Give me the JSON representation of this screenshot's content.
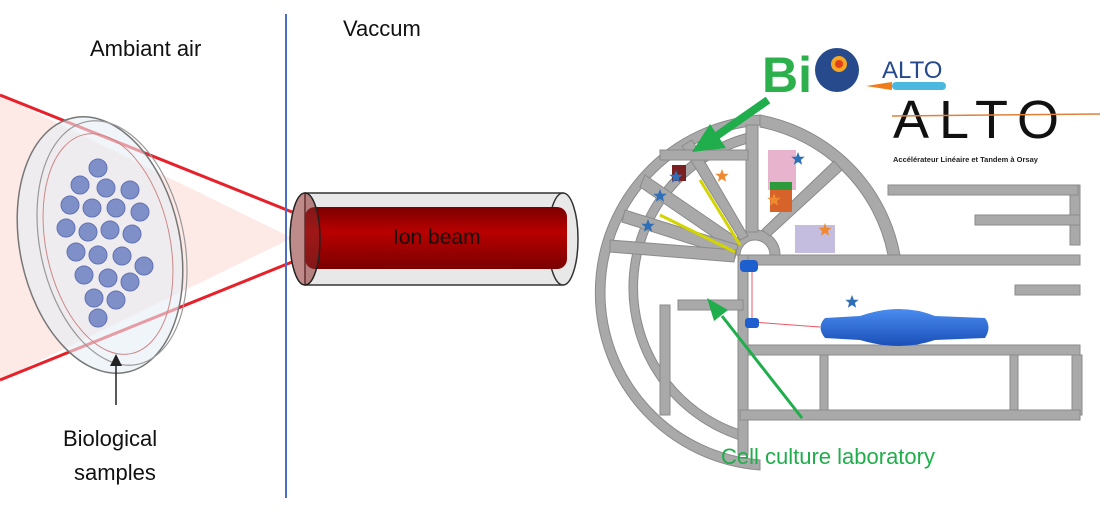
{
  "labels": {
    "ambient_air": "Ambiant air",
    "vacuum": "Vaccum",
    "ion_beam": "Ion beam",
    "biological_samples_line1": "Biological",
    "biological_samples_line2": "samples",
    "cell_culture_lab": "Cell culture laboratory"
  },
  "logos": {
    "bioalto_bi": "Bi",
    "bioalto_alto": "ALTO",
    "alto_big": "ALTO",
    "alto_subtitle": "Accélérateur Linéaire et Tandem à Orsay"
  },
  "colors": {
    "beam_cone": "#e8202a",
    "ion_beam": "#a40000",
    "vacuum_boundary": "#4a6fc4",
    "arrow_green": "#1fae4b",
    "cell_culture_text": "#1fae4b",
    "facility_gray": "#a9a9a9",
    "accelerator_blue": "#1e5fd0"
  }
}
